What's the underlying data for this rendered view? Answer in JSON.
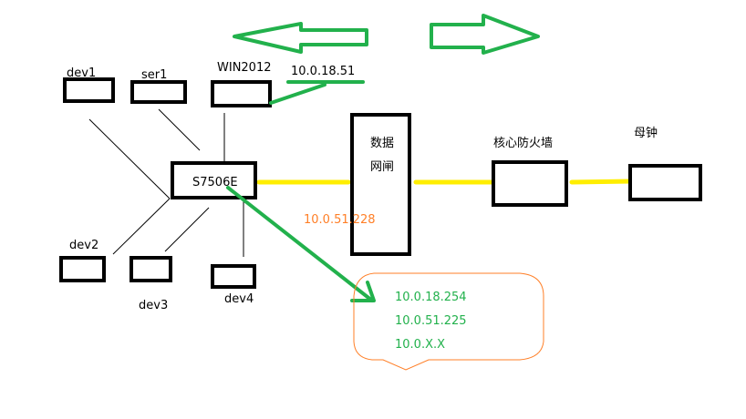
{
  "nodes": {
    "dev1": "dev1",
    "ser1": "ser1",
    "win2012": "WIN2012",
    "switch": "S7506E",
    "dev2": "dev2",
    "dev3": "dev3",
    "dev4": "dev4",
    "gateway_line1": "数据",
    "gateway_line2": "网闸",
    "firewall": "核心防火墙",
    "clock": "母钟"
  },
  "addresses": {
    "win2012_ip": "10.0.18.51",
    "gateway_ip": "10.0.51.228",
    "callout": [
      "10.0.18.254",
      "10.0.51.225",
      "10.0.X.X"
    ]
  },
  "colors": {
    "arrow": "#22b14c",
    "link": "#ffee00",
    "gateway_ip": "#ff7f27",
    "callout_border": "#ff7f27",
    "callout_text": "#22b14c"
  }
}
